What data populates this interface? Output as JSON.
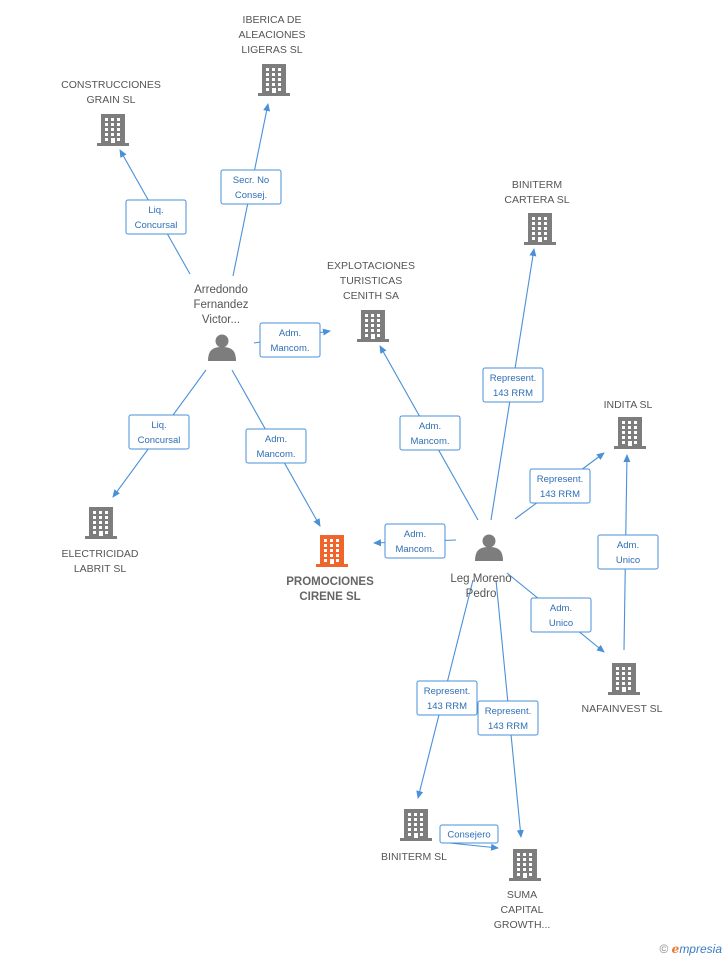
{
  "colors": {
    "edge": "#4a90d9",
    "building": "#7d7d7d",
    "building_focus": "#f0652c",
    "person": "#7d7d7d"
  },
  "nodes": [
    {
      "id": "iberica",
      "type": "company",
      "label": [
        "IBERICA DE",
        "ALEACIONES",
        "LIGERAS SL"
      ]
    },
    {
      "id": "construcciones",
      "type": "company",
      "label": [
        "CONSTRUCCIONES",
        "GRAIN SL"
      ]
    },
    {
      "id": "arredondo",
      "type": "person",
      "label": [
        "Arredondo",
        "Fernandez",
        "Victor..."
      ]
    },
    {
      "id": "explotaciones",
      "type": "company",
      "label": [
        "EXPLOTACIONES",
        "TURISTICAS",
        "CENITH SA"
      ]
    },
    {
      "id": "biniterm_cartera",
      "type": "company",
      "label": [
        "BINITERM",
        "CARTERA SL"
      ]
    },
    {
      "id": "indita",
      "type": "company",
      "label": [
        "INDITA SL"
      ]
    },
    {
      "id": "electricidad",
      "type": "company",
      "label": [
        "ELECTRICIDAD",
        "LABRIT  SL"
      ]
    },
    {
      "id": "promociones",
      "type": "company",
      "focus": true,
      "label": [
        "PROMOCIONES",
        "CIRENE SL"
      ]
    },
    {
      "id": "leg",
      "type": "person",
      "label": [
        "Leg Moreno",
        "Pedro"
      ]
    },
    {
      "id": "nafainvest",
      "type": "company",
      "label": [
        "NAFAINVEST SL"
      ]
    },
    {
      "id": "biniterm",
      "type": "company",
      "label": [
        "BINITERM SL"
      ]
    },
    {
      "id": "suma",
      "type": "company",
      "label": [
        "SUMA",
        "CAPITAL",
        "GROWTH..."
      ]
    }
  ],
  "edges": [
    {
      "from": "arredondo",
      "to": "iberica",
      "label": [
        "Secr.  No",
        "Consej."
      ]
    },
    {
      "from": "arredondo",
      "to": "construcciones",
      "label": [
        "Liq.",
        "Concursal"
      ]
    },
    {
      "from": "arredondo",
      "to": "explotaciones",
      "label": [
        "Adm.",
        "Mancom."
      ]
    },
    {
      "from": "arredondo",
      "to": "electricidad",
      "label": [
        "Liq.",
        "Concursal"
      ]
    },
    {
      "from": "arredondo",
      "to": "promociones",
      "label": [
        "Adm.",
        "Mancom."
      ]
    },
    {
      "from": "leg",
      "to": "explotaciones",
      "label": [
        "Adm.",
        "Mancom."
      ]
    },
    {
      "from": "leg",
      "to": "biniterm_cartera",
      "label": [
        "Represent.",
        "143 RRM"
      ]
    },
    {
      "from": "leg",
      "to": "indita",
      "label": [
        "Represent.",
        "143 RRM"
      ]
    },
    {
      "from": "leg",
      "to": "promociones",
      "label": [
        "Adm.",
        "Mancom."
      ]
    },
    {
      "from": "leg",
      "to": "nafainvest",
      "label": [
        "Adm.",
        "Unico"
      ]
    },
    {
      "from": "nafainvest",
      "to": "indita",
      "label": [
        "Adm.",
        "Unico"
      ]
    },
    {
      "from": "leg",
      "to": "biniterm",
      "label": [
        "Represent.",
        "143 RRM"
      ]
    },
    {
      "from": "leg",
      "to": "suma",
      "label": [
        "Represent.",
        "143 RRM"
      ]
    },
    {
      "from": "biniterm",
      "to": "suma",
      "label": [
        "Consejero"
      ]
    }
  ],
  "brand": {
    "copyright": "©",
    "e": "e",
    "rest": "mpresia"
  }
}
